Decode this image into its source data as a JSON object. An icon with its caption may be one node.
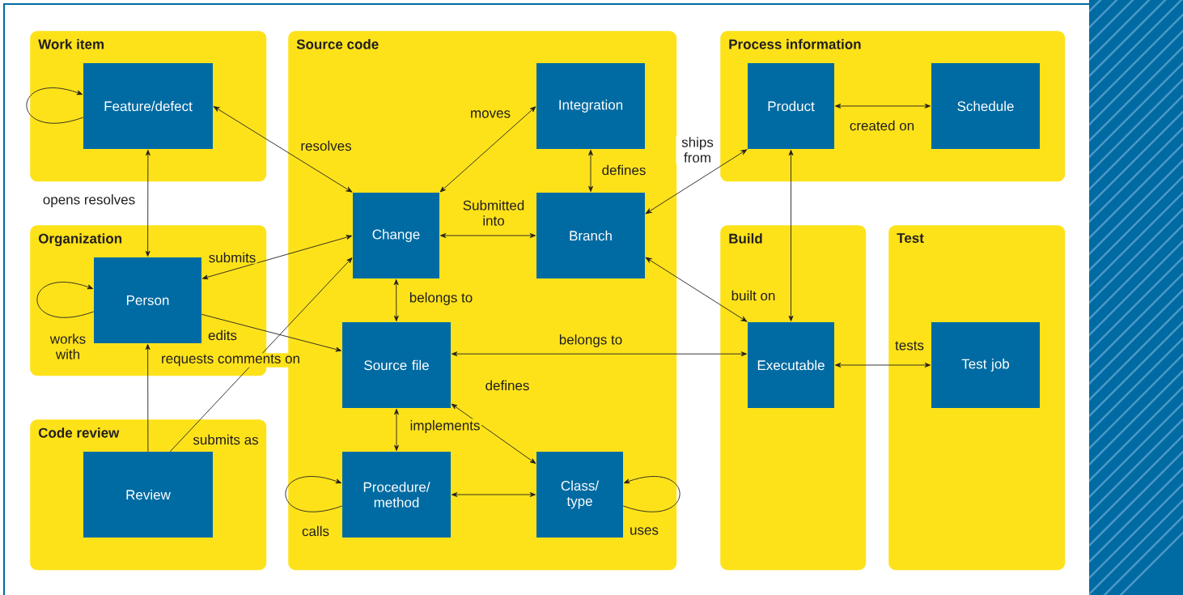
{
  "diagram": {
    "nodes": [
      {
        "text": [
          "Work item"
        ]
      },
      {
        "text": [
          "Feature/defect"
        ],
        "in": 0
      },
      {
        "text": [
          "Organization"
        ]
      },
      {
        "text": [
          "Person"
        ],
        "in": 2
      },
      {
        "text": [
          "Code review"
        ]
      },
      {
        "text": [
          "Review"
        ],
        "in": 4
      },
      {
        "text": [
          "Source code"
        ]
      },
      {
        "text": [
          "Integration"
        ],
        "in": 6
      },
      {
        "text": [
          "Change"
        ],
        "in": 6
      },
      {
        "text": [
          "Branch"
        ],
        "in": 6
      },
      {
        "text": [
          "Source file"
        ],
        "in": 6
      },
      {
        "text": [
          "Procedure/ method"
        ],
        "in": 6
      },
      {
        "text": [
          "Class/ type"
        ],
        "in": 6
      },
      {
        "text": [
          "Process information"
        ]
      },
      {
        "text": [
          "Product"
        ],
        "in": 13
      },
      {
        "text": [
          "Schedule"
        ],
        "in": 13
      },
      {
        "text": [
          "Build"
        ]
      },
      {
        "text": [
          "Executable"
        ],
        "in": 16
      },
      {
        "text": [
          "Test"
        ]
      },
      {
        "text": [
          "Test job"
        ],
        "in": 18
      }
    ],
    "edges": [
      {
        "from": 1,
        "to": 1,
        "arrow": "to"
      },
      {
        "from": 1,
        "to": 3,
        "arrow": "both",
        "label": "opens resolves"
      },
      {
        "from": 1,
        "to": 8,
        "arrow": "both",
        "label": "resolves"
      },
      {
        "from": 3,
        "to": 3,
        "arrow": "to",
        "label": "works with"
      },
      {
        "from": 3,
        "to": 8,
        "arrow": "both",
        "label": "submits"
      },
      {
        "from": 3,
        "to": 10,
        "arrow": "to",
        "label": "edits"
      },
      {
        "from": 5,
        "to": 3,
        "arrow": "to",
        "label": "requests comments on"
      },
      {
        "from": 5,
        "to": 8,
        "arrow": "to",
        "label": "submits as"
      },
      {
        "from": 8,
        "to": 7,
        "arrow": "both",
        "label": "moves"
      },
      {
        "from": 7,
        "to": 9,
        "arrow": "both",
        "label": "defines"
      },
      {
        "from": 8,
        "to": 9,
        "arrow": "both",
        "label": "Submitted into"
      },
      {
        "from": 8,
        "to": 10,
        "arrow": "both",
        "label": "belongs to"
      },
      {
        "from": 14,
        "to": 9,
        "arrow": "both",
        "label": "ships from"
      },
      {
        "from": 9,
        "to": 17,
        "arrow": "both",
        "label": "built on"
      },
      {
        "from": 10,
        "to": 17,
        "arrow": "both",
        "label": "belongs to"
      },
      {
        "from": 10,
        "to": 12,
        "arrow": "both",
        "label": "defines"
      },
      {
        "from": 10,
        "to": 11,
        "arrow": "both",
        "label": "implements"
      },
      {
        "from": 11,
        "to": 11,
        "arrow": "to",
        "label": "calls"
      },
      {
        "from": 11,
        "to": 12,
        "arrow": "both"
      },
      {
        "from": 12,
        "to": 12,
        "arrow": "to",
        "label": "uses"
      },
      {
        "from": 14,
        "to": 15,
        "arrow": "both",
        "label": "created on"
      },
      {
        "from": 14,
        "to": 17,
        "arrow": "both"
      },
      {
        "from": 17,
        "to": 19,
        "arrow": "both",
        "label": "tests"
      }
    ]
  }
}
